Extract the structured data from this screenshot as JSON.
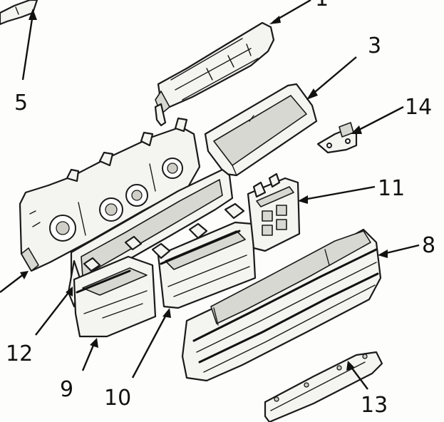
{
  "diagram": {
    "callouts": [
      {
        "id": "c1",
        "label": "1"
      },
      {
        "id": "c3",
        "label": "3"
      },
      {
        "id": "c5",
        "label": "5"
      },
      {
        "id": "c14",
        "label": "14"
      },
      {
        "id": "c11",
        "label": "11"
      },
      {
        "id": "c8",
        "label": "8"
      },
      {
        "id": "c12",
        "label": "12"
      },
      {
        "id": "c9",
        "label": "9"
      },
      {
        "id": "c10",
        "label": "10"
      },
      {
        "id": "c13",
        "label": "13"
      }
    ]
  }
}
